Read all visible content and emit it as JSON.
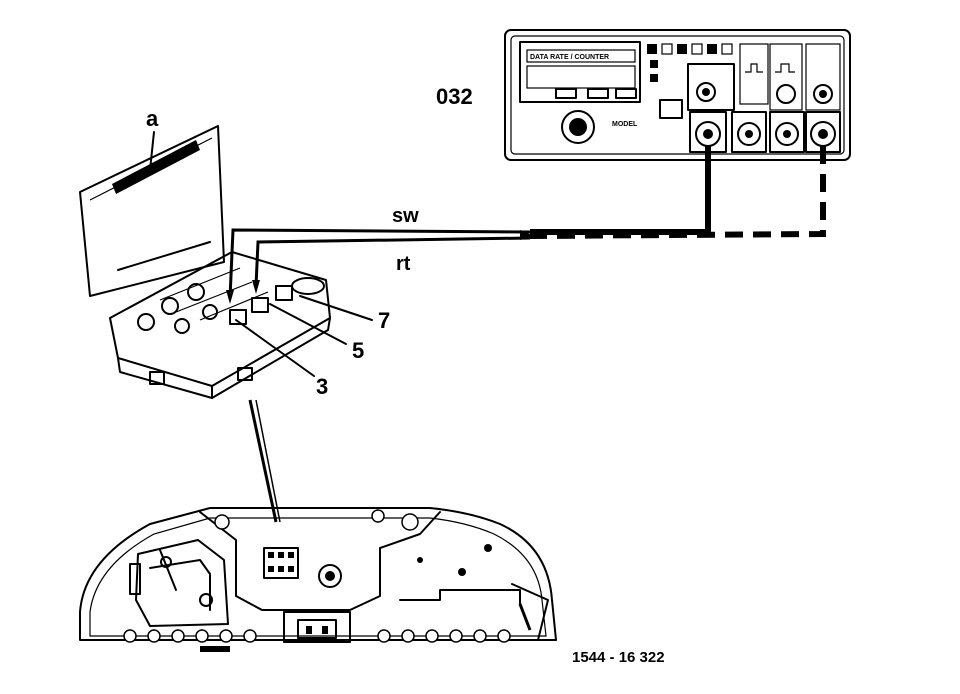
{
  "labels": {
    "instrument": "032",
    "a": "a",
    "sw": "sw",
    "rt": "rt",
    "n7": "7",
    "n5": "5",
    "n3": "3",
    "figure_number": "1544 - 16 322"
  },
  "instrument_panel": {
    "title": "DATA RATE / COUNTER",
    "model": "MODEL"
  }
}
